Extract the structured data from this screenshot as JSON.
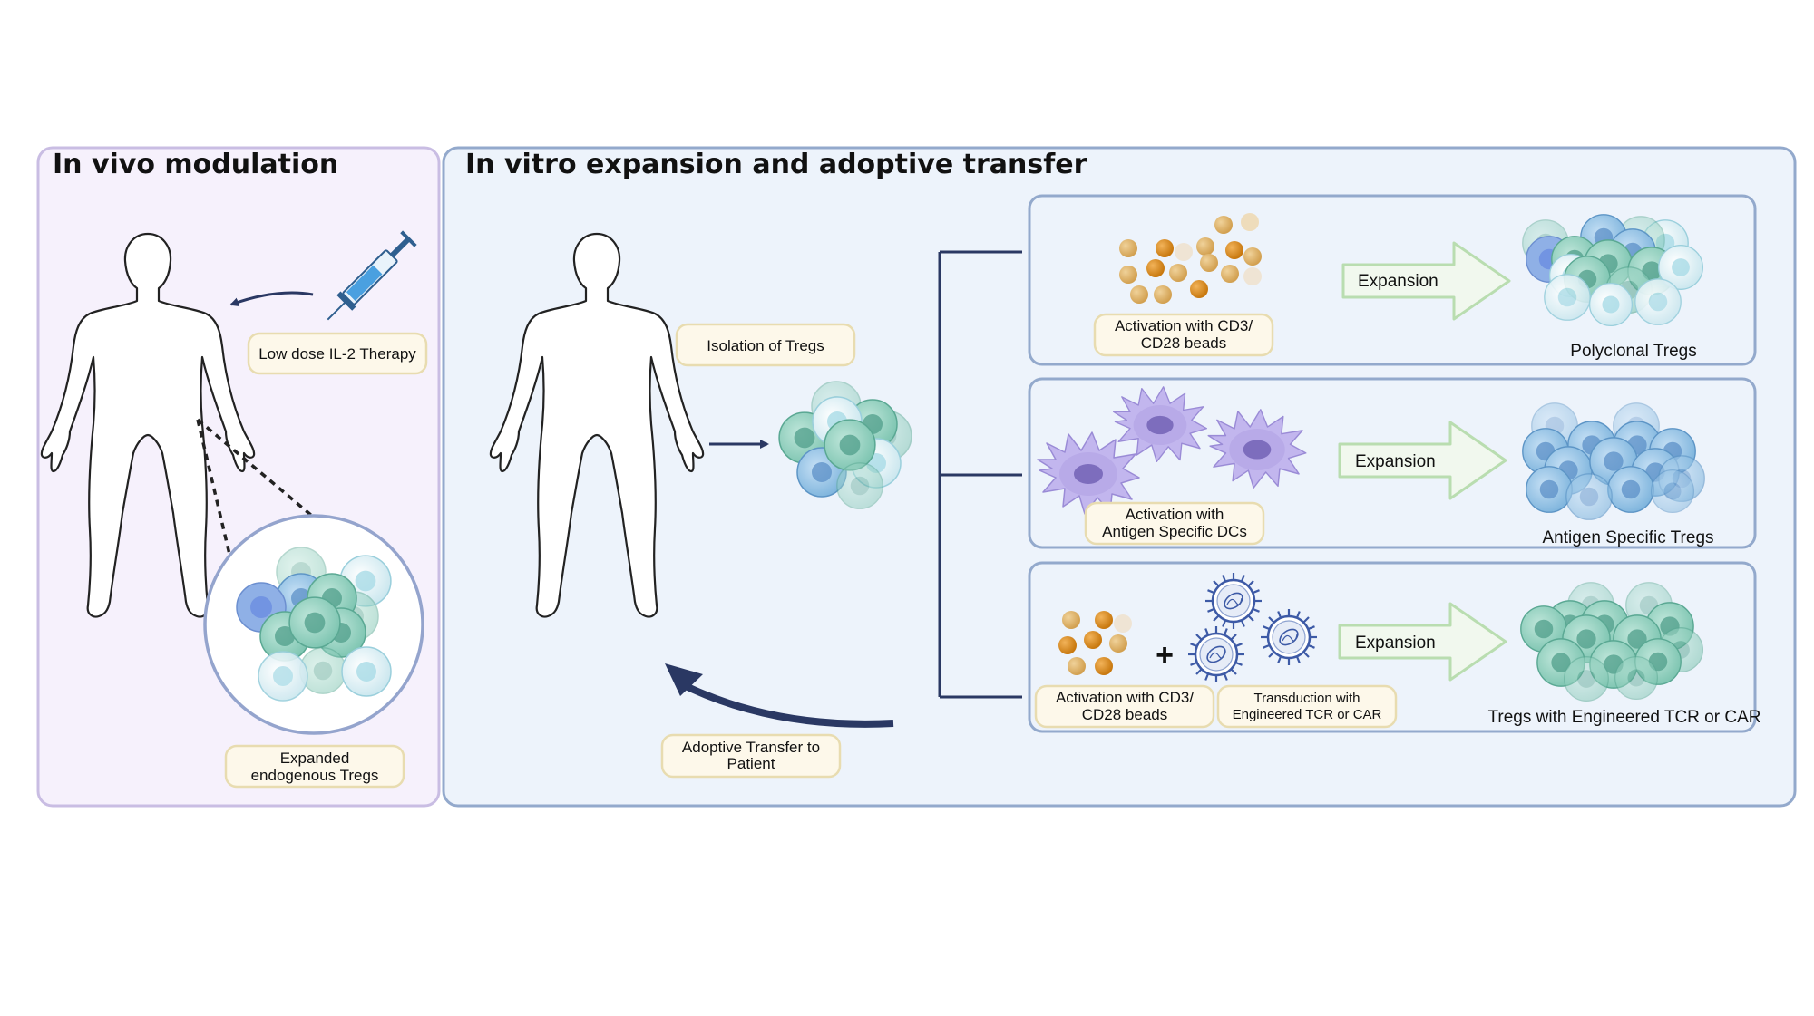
{
  "panels": {
    "in_vivo": {
      "title": "In vivo modulation"
    },
    "in_vitro": {
      "title": "In vitro expansion and adoptive transfer"
    }
  },
  "in_vivo": {
    "therapy_label": "Low dose IL-2 Therapy",
    "expanded_line1": "Expanded",
    "expanded_line2": "endogenous Tregs"
  },
  "in_vitro": {
    "isolation_label": "Isolation of Tregs",
    "adoptive_line1": "Adoptive Transfer to",
    "adoptive_line2": "Patient",
    "rows": [
      {
        "activation_line1": "Activation with CD3/",
        "activation_line2": "CD28 beads",
        "expansion_label": "Expansion",
        "result_label": "Polyclonal Tregs"
      },
      {
        "activation_line1": "Activation with",
        "activation_line2": "Antigen Specific DCs",
        "expansion_label": "Expansion",
        "result_label": "Antigen Specific Tregs"
      },
      {
        "activation_line1": "Activation with CD3/",
        "activation_line2": "CD28 beads",
        "transduction_line1": "Transduction with",
        "transduction_line2": "Engineered TCR or CAR",
        "plus_sign": "+",
        "expansion_label": "Expansion",
        "result_label": "Tregs with Engineered TCR or CAR"
      }
    ]
  },
  "colors": {
    "in_vivo_bg": "#f6f1fc",
    "in_vivo_border": "#c9bde3",
    "in_vitro_bg": "#edf3fb",
    "in_vitro_border": "#93a9cc",
    "arrow_navy": "#2a3863",
    "expansion_arrow_fill": "#f1f8ee",
    "expansion_arrow_stroke": "#b9ddb0",
    "treg_teal": "#7cc4b0",
    "treg_blue": "#87bde0",
    "dc_purple": "#a99be0",
    "bead_orange": "#d99a35"
  },
  "icons": [
    "human-silhouette-icon",
    "syringe-icon",
    "treg-cluster-icon",
    "bead-icon",
    "dendritic-cell-icon",
    "lentivirus-icon",
    "expansion-arrow-icon"
  ]
}
